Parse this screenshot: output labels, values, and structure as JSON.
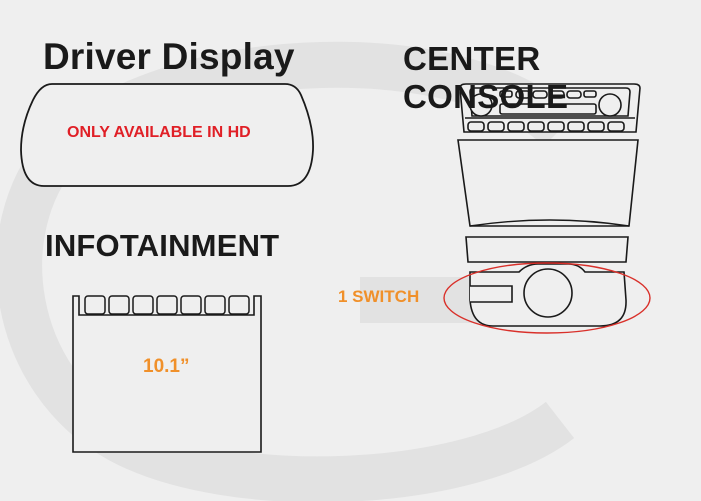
{
  "colors": {
    "background": "#efefef",
    "watermark": "#e2e2e2",
    "outline": "#1a1a1a",
    "red_note": "#e01f26",
    "orange_note": "#f0902a",
    "highlight_ellipse": "#d9302a"
  },
  "driver_display": {
    "title": "Driver Display",
    "note": "ONLY AVAILABLE IN HD"
  },
  "center_console": {
    "title": "CENTER CONSOLE",
    "switch_note": "1 SWITCH"
  },
  "infotainment": {
    "title": "INFOTAINMENT",
    "screen_size": "10.1”"
  }
}
